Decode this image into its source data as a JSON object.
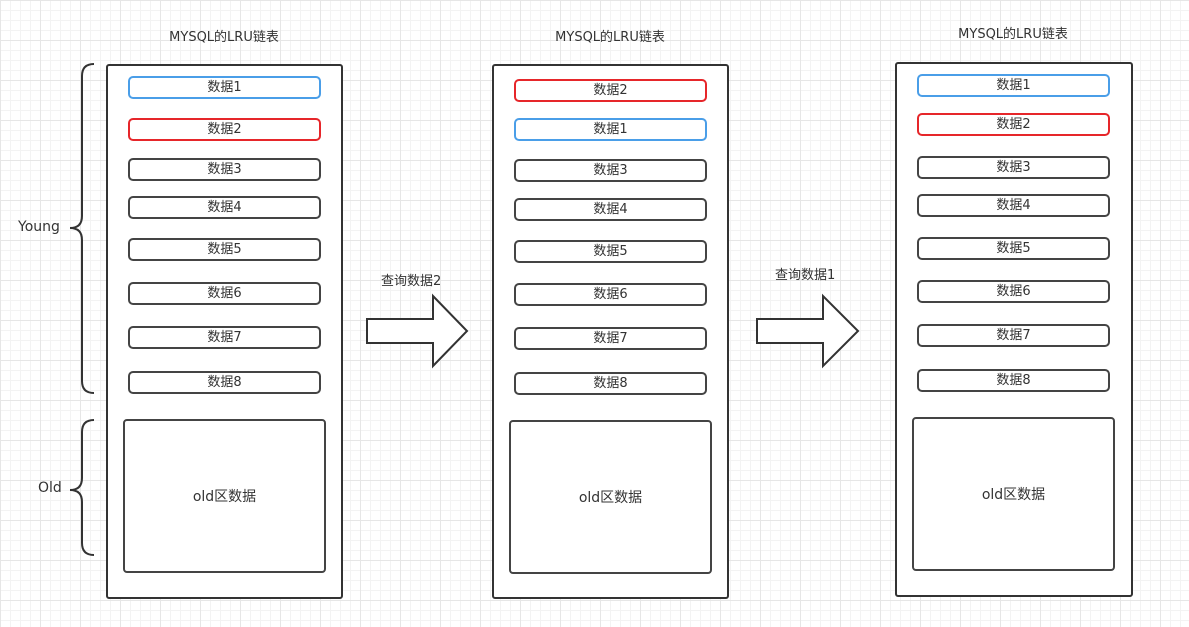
{
  "panels": [
    {
      "title": "MYSQL的LRU链表",
      "items": [
        {
          "label": "数据1",
          "color": "#4a9ee8"
        },
        {
          "label": "数据2",
          "color": "#e6262a"
        },
        {
          "label": "数据3"
        },
        {
          "label": "数据4"
        },
        {
          "label": "数据5"
        },
        {
          "label": "数据6"
        },
        {
          "label": "数据7"
        },
        {
          "label": "数据8"
        }
      ],
      "old_label": "old区数据"
    },
    {
      "title": "MYSQL的LRU链表",
      "items": [
        {
          "label": "数据2",
          "color": "#e6262a"
        },
        {
          "label": "数据1",
          "color": "#4a9ee8"
        },
        {
          "label": "数据3"
        },
        {
          "label": "数据4"
        },
        {
          "label": "数据5"
        },
        {
          "label": "数据6"
        },
        {
          "label": "数据7"
        },
        {
          "label": "数据8"
        }
      ],
      "old_label": "old区数据"
    },
    {
      "title": "MYSQL的LRU链表",
      "items": [
        {
          "label": "数据1",
          "color": "#4a9ee8"
        },
        {
          "label": "数据2",
          "color": "#e6262a"
        },
        {
          "label": "数据3"
        },
        {
          "label": "数据4"
        },
        {
          "label": "数据5"
        },
        {
          "label": "数据6"
        },
        {
          "label": "数据7"
        },
        {
          "label": "数据8"
        }
      ],
      "old_label": "old区数据"
    }
  ],
  "arrows": [
    {
      "label": "查询数据2"
    },
    {
      "label": "查询数据1"
    }
  ],
  "regions": {
    "young": "Young",
    "old": "Old"
  }
}
